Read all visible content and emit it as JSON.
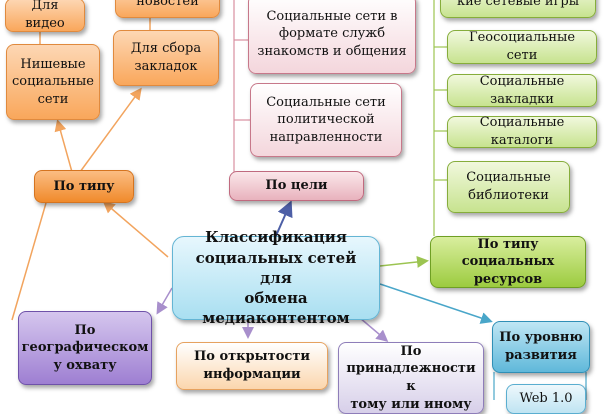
{
  "nodes": {
    "center": "Классификация\nсоциальных сетей для\nобмена медиаконтентом",
    "by_type": "По типу",
    "video": "Для видео",
    "news": "новостей",
    "niche": "Нишевые\nсоциальные\nсети",
    "bookmarks_collect": "Для сбора\nзакладок",
    "by_goal": "По цели",
    "dating": "Социальные сети в\nформате служб\nзнакомств и общения",
    "political": "Социальные сети\nполитической\nнаправленности",
    "network_games": "кие сетевые игры",
    "geo": "Геосоциальные сети",
    "social_bookmarks": "Социальные закладки",
    "catalogs": "Социальные каталоги",
    "libraries": "Социальные\nбиблиотеки",
    "by_resource": "По типу социальных\nресурсов",
    "by_geo": "По\nгеографическом\nу охвату",
    "by_openness": "По открытости\nинформации",
    "by_belonging": "По\nпринадлежности к\nтому или иному",
    "by_level": "По уровню\nразвития",
    "web10": "Web 1.0"
  }
}
